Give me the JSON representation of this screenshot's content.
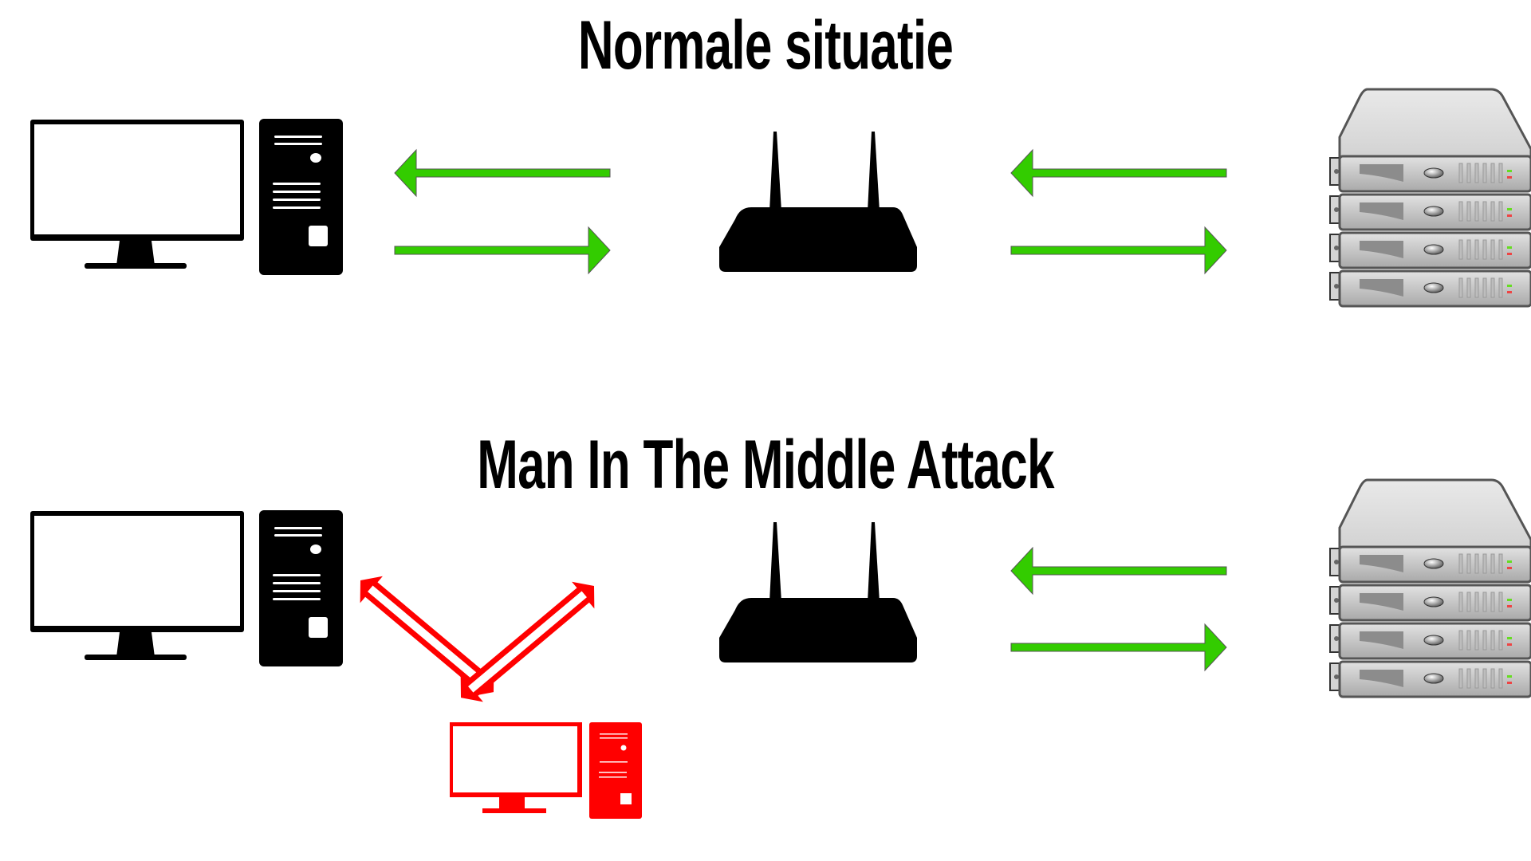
{
  "sections": [
    {
      "title": "Normale situatie",
      "nodes": [
        "client-computer",
        "router",
        "server"
      ],
      "flows": [
        {
          "from": "router",
          "to": "client-computer",
          "style": "green-arrow"
        },
        {
          "from": "client-computer",
          "to": "router",
          "style": "green-arrow"
        },
        {
          "from": "server",
          "to": "router",
          "style": "green-arrow"
        },
        {
          "from": "router",
          "to": "server",
          "style": "green-arrow"
        }
      ]
    },
    {
      "title": "Man In The Middle Attack",
      "nodes": [
        "client-computer",
        "attacker-computer",
        "router",
        "server"
      ],
      "flows": [
        {
          "from": "client-computer",
          "to": "attacker-computer",
          "style": "red-double-arrow"
        },
        {
          "from": "attacker-computer",
          "to": "router",
          "style": "red-double-arrow"
        },
        {
          "from": "server",
          "to": "router",
          "style": "green-arrow"
        },
        {
          "from": "router",
          "to": "server",
          "style": "green-arrow"
        }
      ]
    }
  ],
  "colors": {
    "arrow_green": "#33cc00",
    "attacker_red": "#ff0000",
    "device_black": "#000000",
    "server_gray": "#c8c8c8"
  }
}
